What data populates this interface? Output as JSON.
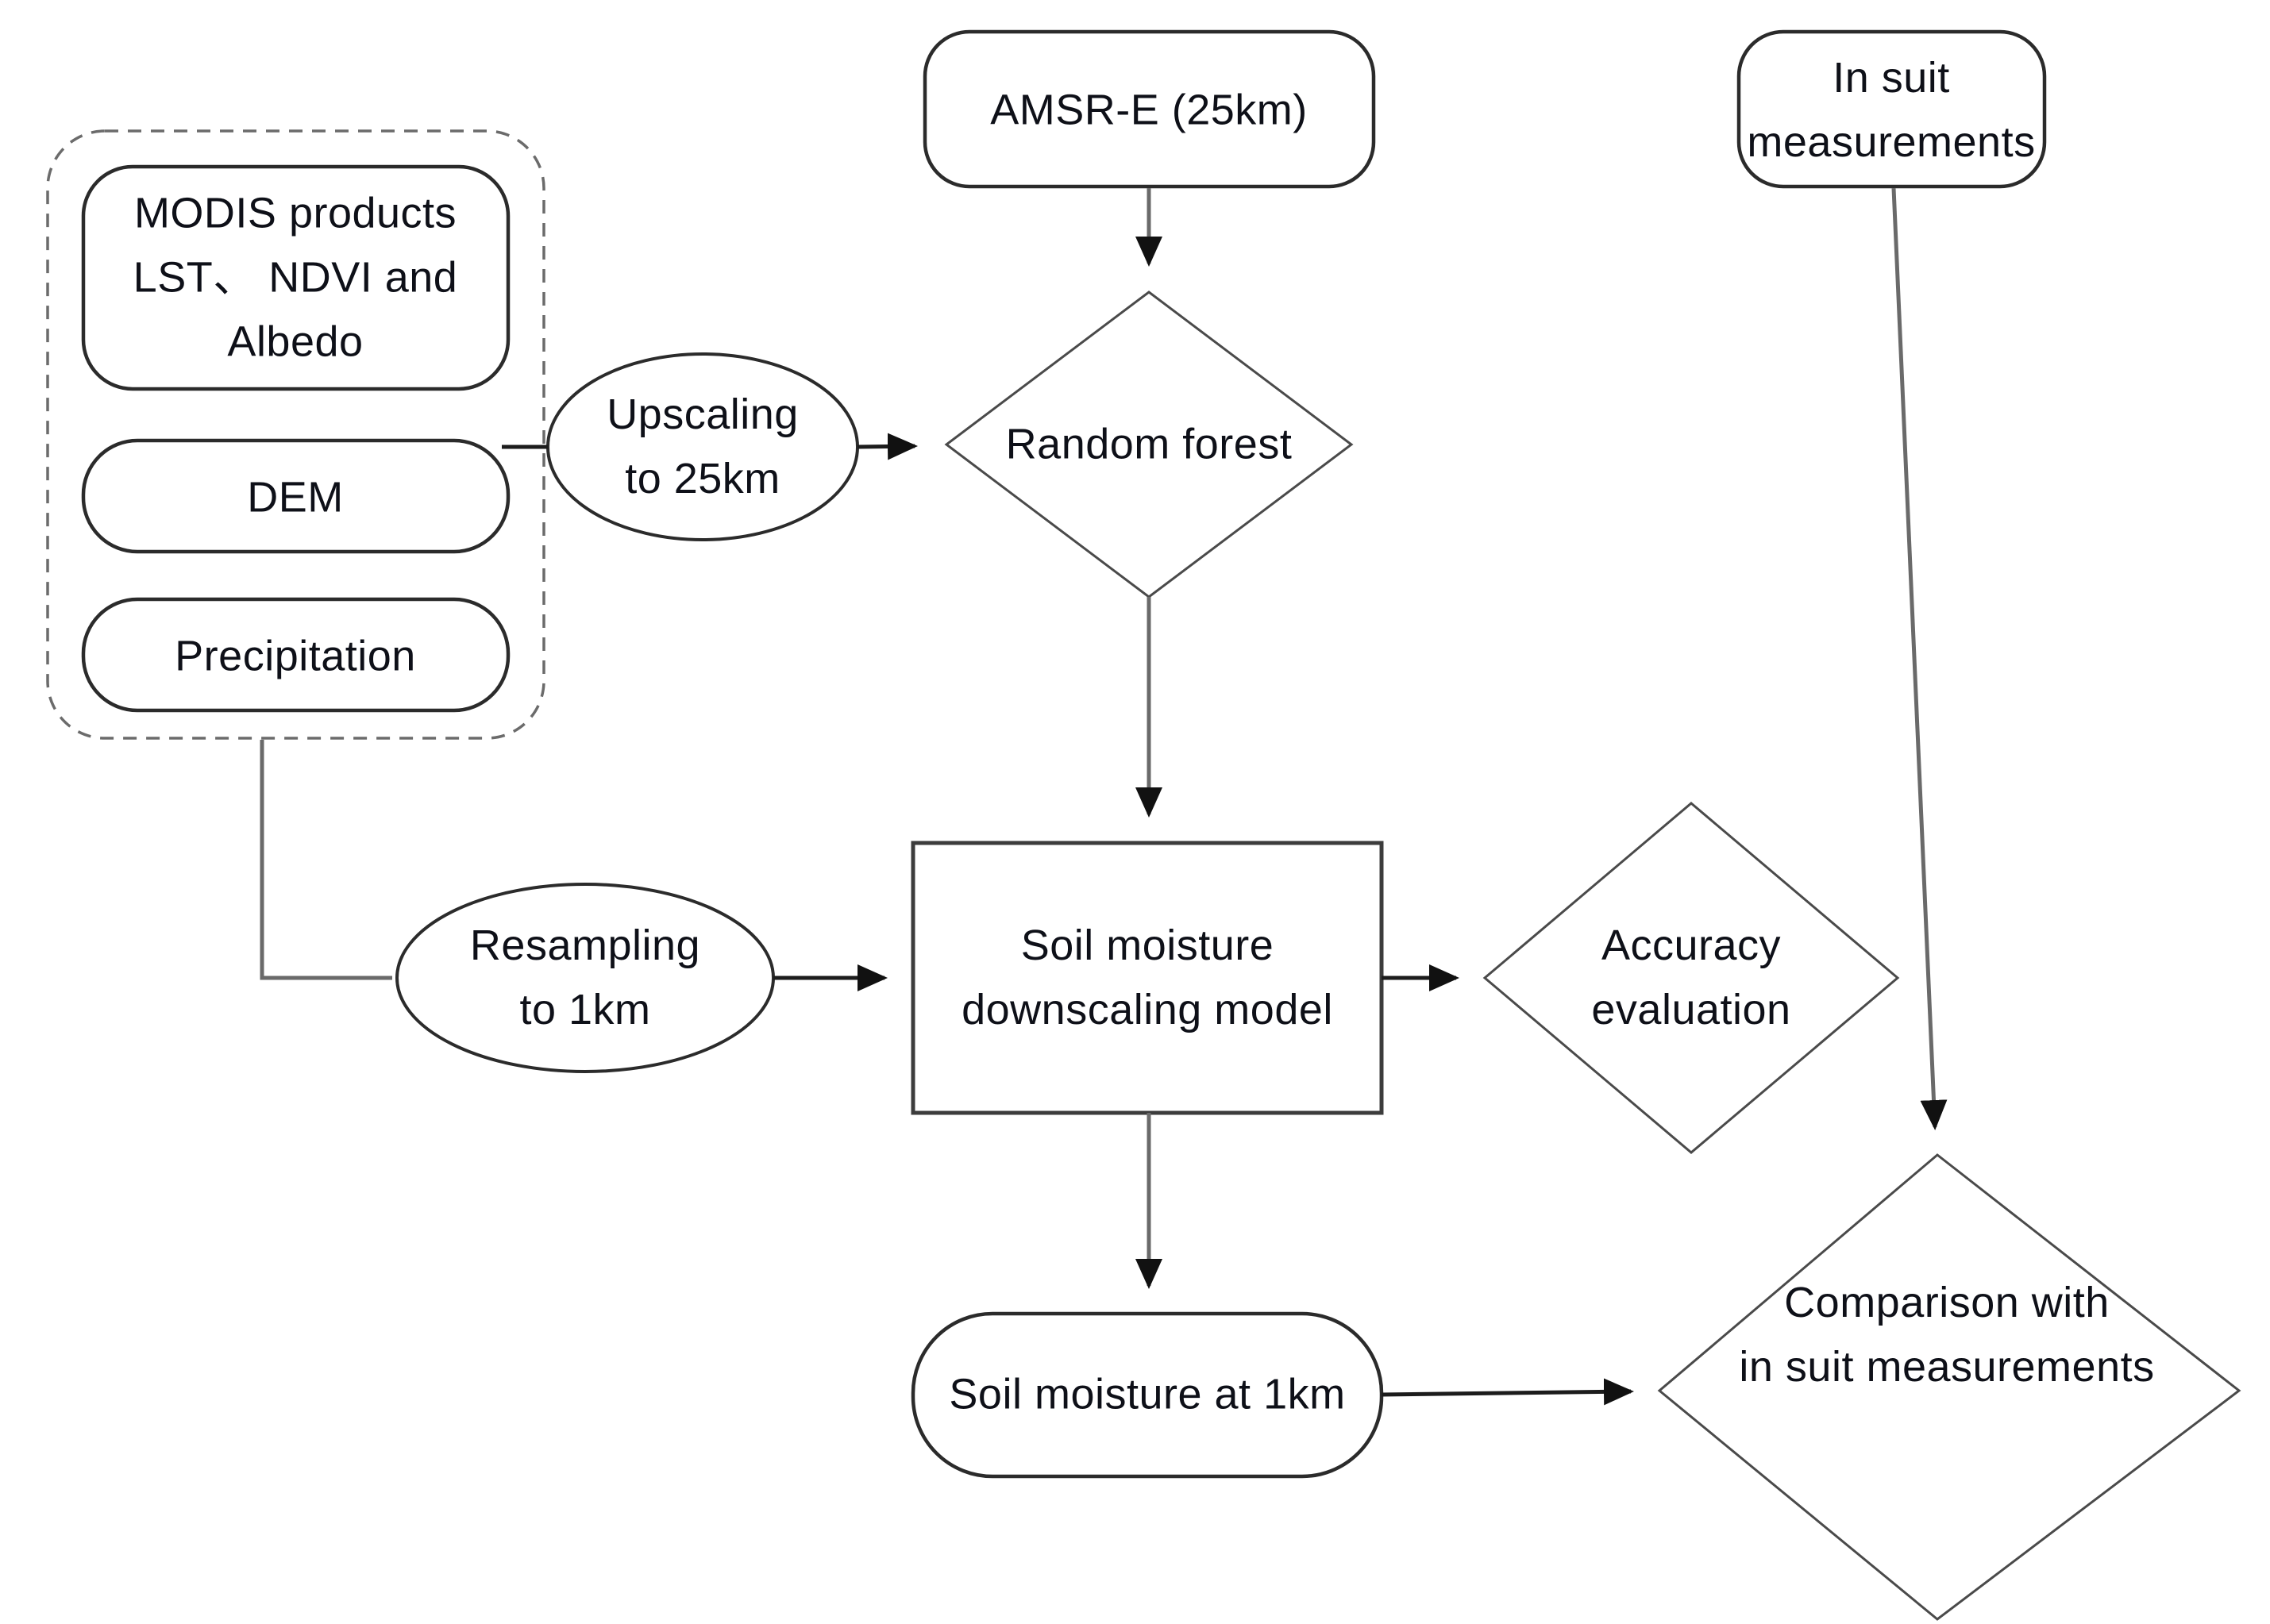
{
  "nodes": {
    "modis": {
      "lines": [
        "MODIS products",
        "LST、 NDVI and",
        "Albedo"
      ]
    },
    "dem": {
      "label": "DEM"
    },
    "precipitation": {
      "label": "Precipitation"
    },
    "amsr_e": {
      "label": "AMSR-E (25km)"
    },
    "in_situ": {
      "lines": [
        "In suit",
        "measurements"
      ]
    },
    "upscaling": {
      "lines": [
        "Upscaling",
        "to 25km"
      ]
    },
    "random_forest": {
      "label": "Random forest"
    },
    "resampling": {
      "lines": [
        "Resampling",
        "to 1km"
      ]
    },
    "downscaling_model": {
      "lines": [
        "Soil moisture",
        "downscaling model"
      ]
    },
    "accuracy": {
      "lines": [
        "Accuracy",
        "evaluation"
      ]
    },
    "sm_1km": {
      "label": "Soil moisture at 1km"
    },
    "comparison": {
      "lines": [
        "Comparison with",
        "in suit measurements"
      ]
    }
  },
  "colors": {
    "ink": "#0e1018",
    "box_stroke": "#2b2b2b",
    "diamond_stroke": "#4a4a4a",
    "connector_gray": "#6a6a6a",
    "arrowhead": "#111111",
    "background": "#ffffff"
  }
}
